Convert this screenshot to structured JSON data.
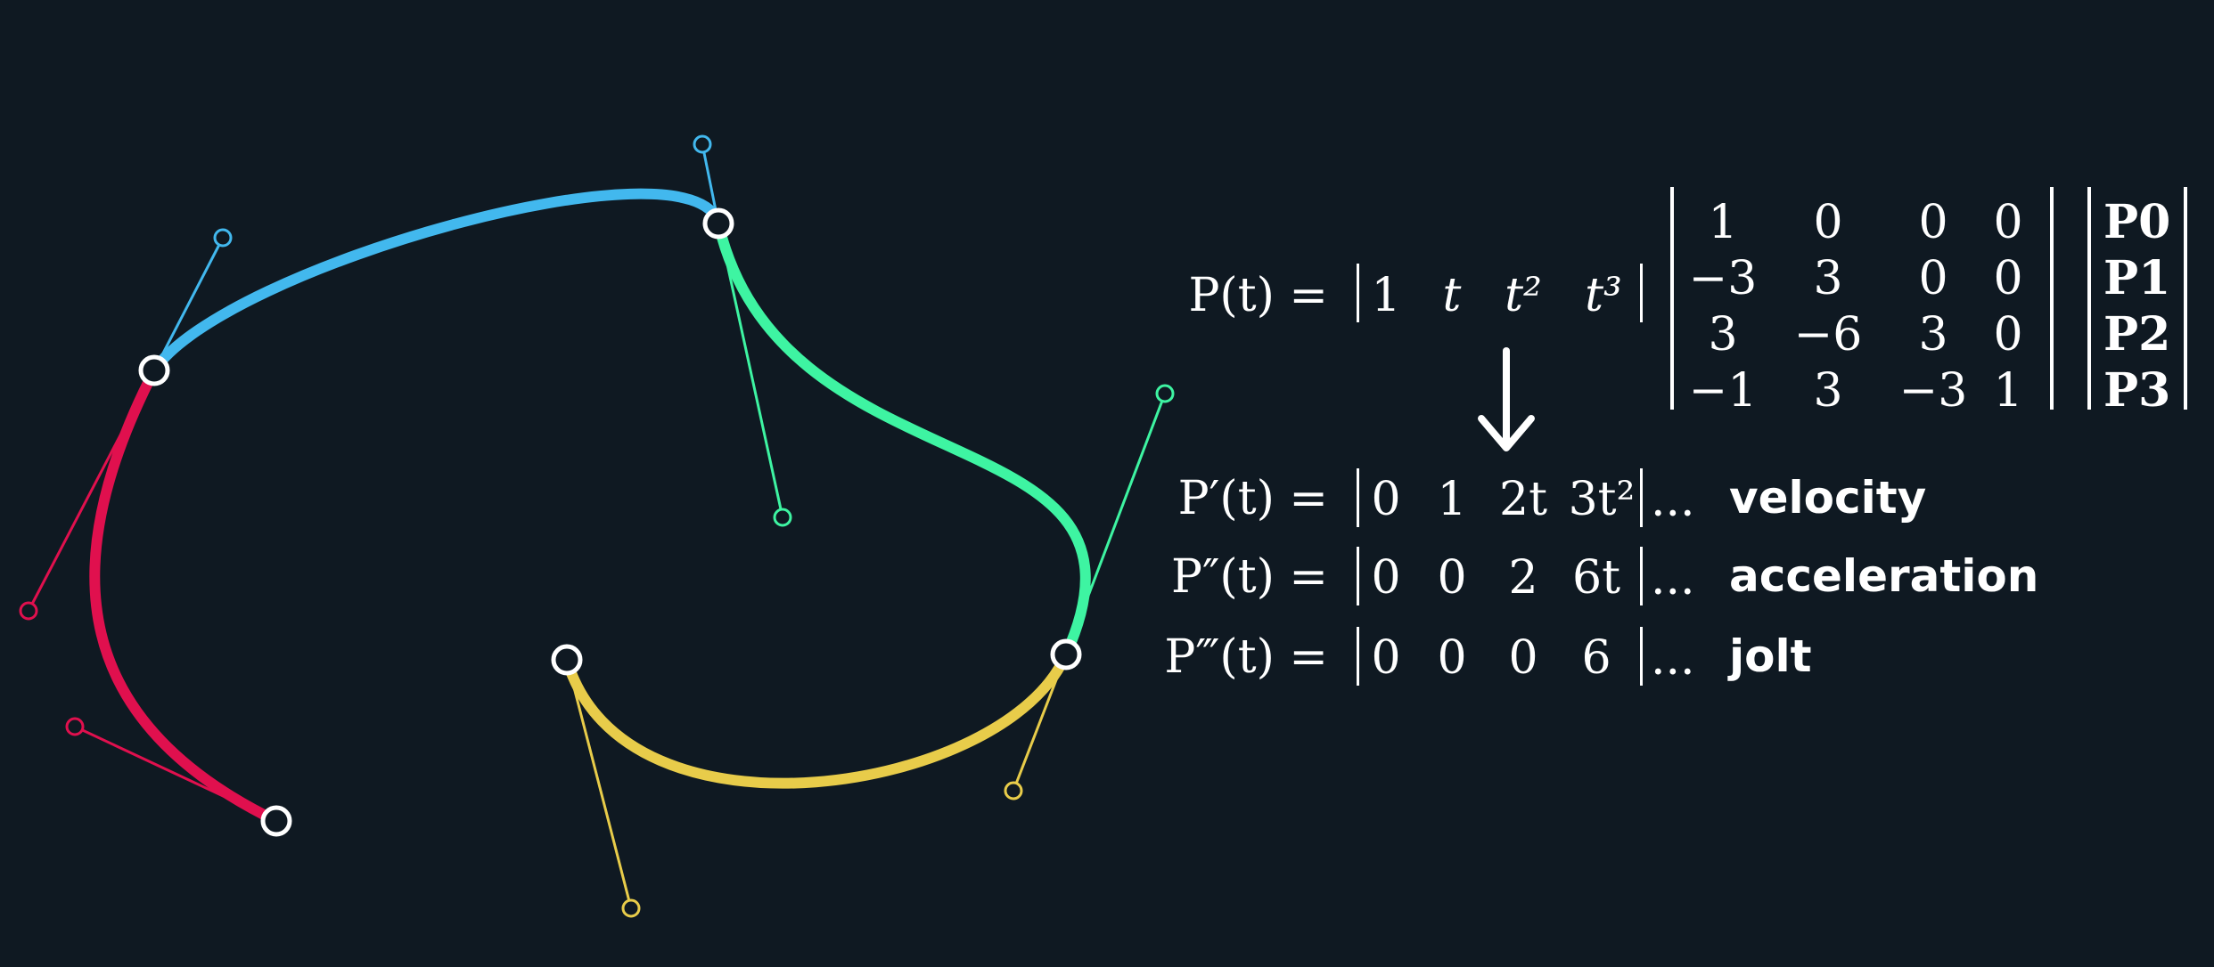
{
  "colors": {
    "background": "#0f1922",
    "blue": "#42b8ee",
    "green": "#3ef4a2",
    "yellow": "#e8cc4a",
    "red": "#e0104e",
    "white": "#ffffff"
  },
  "equation_main": {
    "lhs": "P(t) =",
    "row": [
      "1",
      "t",
      "t²",
      "t³"
    ],
    "matrix": [
      [
        "1",
        "0",
        "0",
        "0"
      ],
      [
        "−3",
        "3",
        "0",
        "0"
      ],
      [
        "3",
        "−6",
        "3",
        "0"
      ],
      [
        "−1",
        "3",
        "−3",
        "1"
      ]
    ],
    "points": [
      "P0",
      "P1",
      "P2",
      "P3"
    ]
  },
  "derivatives": [
    {
      "lhs": "P′(t) =",
      "row": [
        "0",
        "1",
        "2t",
        "3t²"
      ],
      "ellipsis": "...",
      "label": "velocity"
    },
    {
      "lhs": "P″(t) =",
      "row": [
        "0",
        "0",
        "2",
        "6t"
      ],
      "ellipsis": "...",
      "label": "acceleration"
    },
    {
      "lhs": "P‴(t) =",
      "row": [
        "0",
        "0",
        "0",
        "6"
      ],
      "ellipsis": "...",
      "label": "jolt"
    }
  ]
}
